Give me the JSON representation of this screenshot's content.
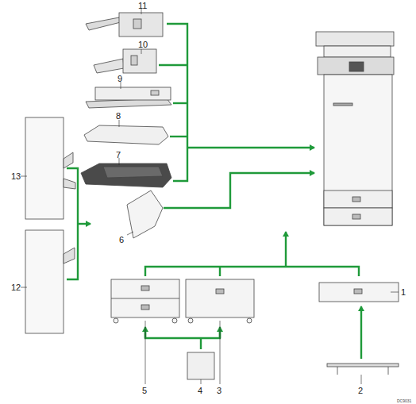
{
  "diagram": {
    "labels": [
      "11",
      "10",
      "9",
      "8",
      "7",
      "13",
      "12",
      "6",
      "1",
      "5",
      "4",
      "3",
      "2",
      "DC9031"
    ]
  }
}
